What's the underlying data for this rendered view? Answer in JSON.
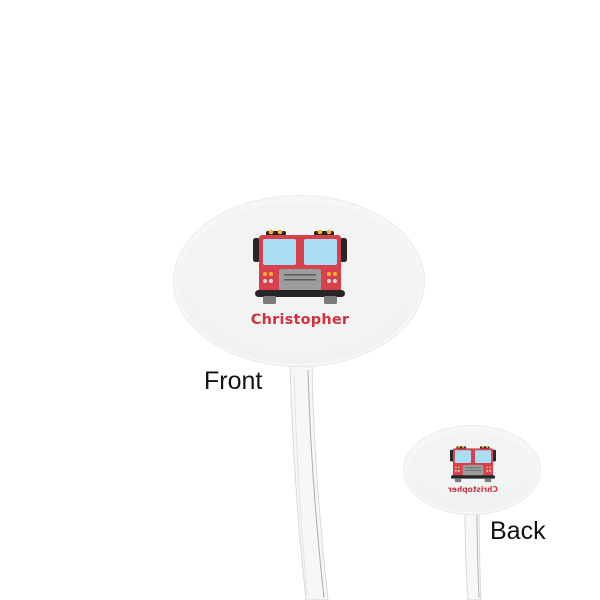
{
  "product": {
    "front": {
      "label": "Front",
      "name_text": "Christopher",
      "design": "fire-truck-front-view"
    },
    "back": {
      "label": "Back",
      "name_text": "Christopher",
      "mirrored": true,
      "design": "fire-truck-front-view"
    }
  },
  "colors": {
    "truck_body": "#d8404e",
    "truck_window": "#a9ddf3",
    "truck_dark": "#262626",
    "truck_grille": "#9a9c9e",
    "truck_light": "#f7b32b",
    "name_text": "#d2323f",
    "oval_fill": "#f2f3f3"
  }
}
